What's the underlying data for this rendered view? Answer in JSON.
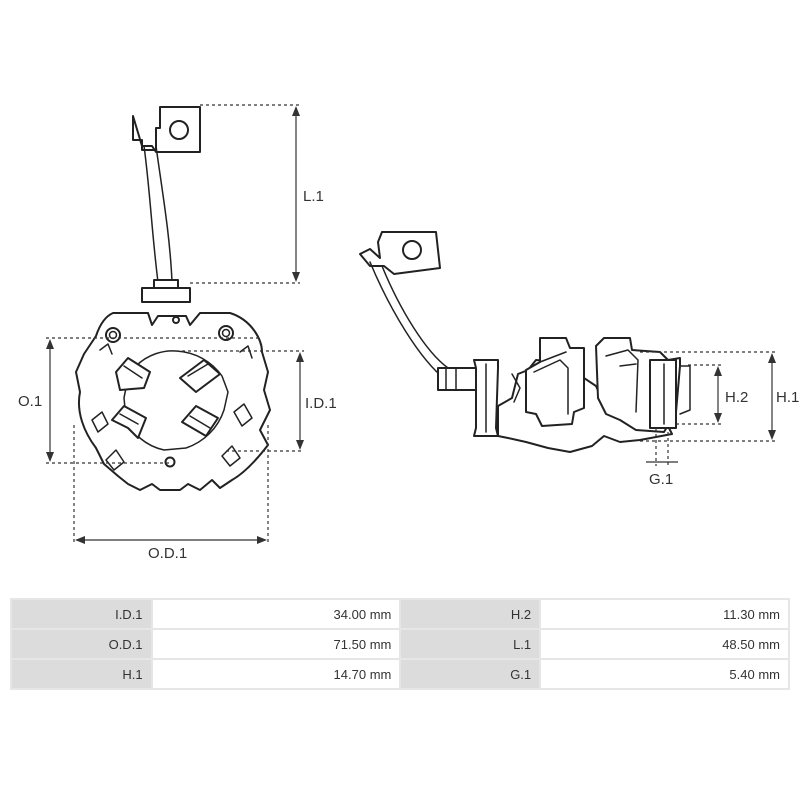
{
  "dimension_labels": {
    "l1": "L.1",
    "o1": "O.1",
    "id1": "I.D.1",
    "od1": "O.D.1",
    "h1": "H.1",
    "h2": "H.2",
    "g1": "G.1"
  },
  "specs": {
    "rows": [
      [
        {
          "key": "I.D.1",
          "value": "34.00 mm"
        },
        {
          "key": "H.2",
          "value": "11.30 mm"
        }
      ],
      [
        {
          "key": "O.D.1",
          "value": "71.50 mm"
        },
        {
          "key": "L.1",
          "value": "48.50 mm"
        }
      ],
      [
        {
          "key": "H.1",
          "value": "14.70 mm"
        },
        {
          "key": "G.1",
          "value": "5.40 mm"
        }
      ]
    ]
  }
}
